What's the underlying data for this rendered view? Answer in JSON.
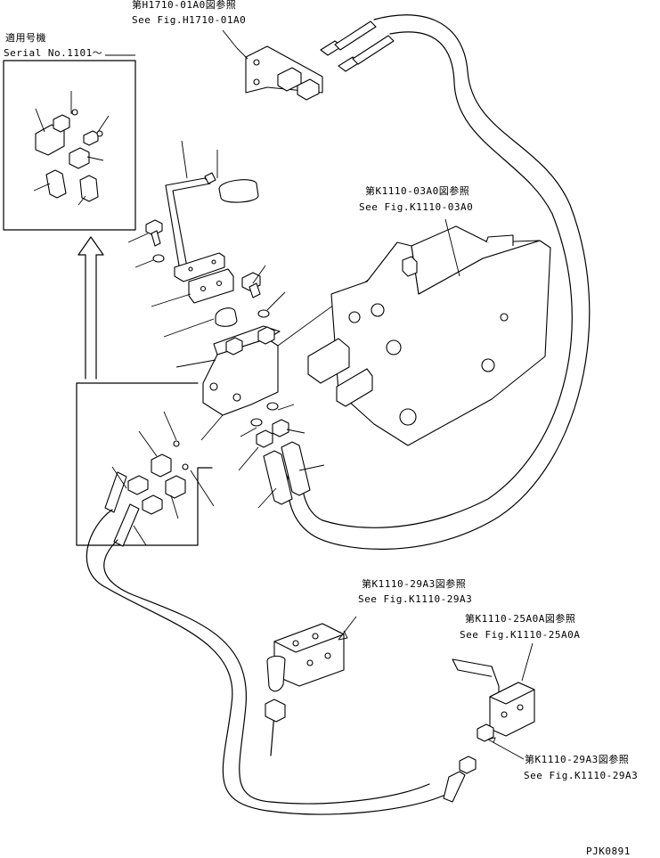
{
  "serial_note": {
    "line1": "適用号機",
    "line2": "Serial No.1101～"
  },
  "refs": {
    "h1710_jp": "第H1710-01A0図参照",
    "h1710_en": "See Fig.H1710-01A0",
    "k1110_03_jp": "第K1110-03A0図参照",
    "k1110_03_en": "See Fig.K1110-03A0",
    "k1110_29_jp": "第K1110-29A3図参照",
    "k1110_29_en": "See Fig.K1110-29A3",
    "k1110_25_jp": "第K1110-25A0A図参照",
    "k1110_25_en": "See Fig.K1110-25A0A",
    "k1110_29b_jp": "第K1110-29A3図参照",
    "k1110_29b_en": "See Fig.K1110-29A3"
  },
  "drawing_code": "PJK0891"
}
